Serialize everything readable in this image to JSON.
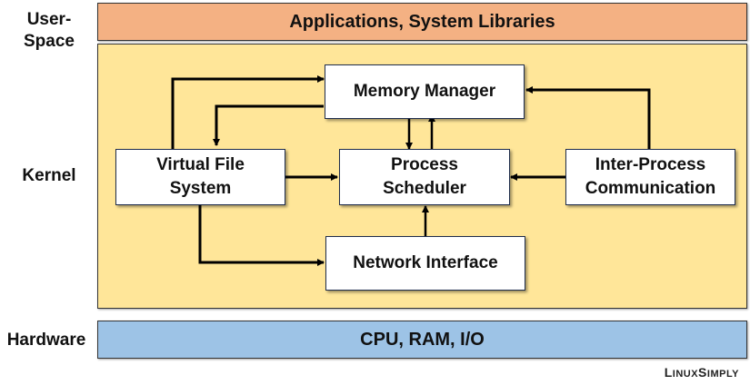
{
  "layers": {
    "user_space": {
      "label_line1": "User-",
      "label_line2": "Space",
      "content": "Applications, System Libraries",
      "color": "#f4b183"
    },
    "kernel": {
      "label": "Kernel",
      "color": "#ffe699"
    },
    "hardware": {
      "label": "Hardware",
      "content": "CPU, RAM, I/O",
      "color": "#9dc3e6"
    }
  },
  "components": {
    "memory_manager": {
      "label": "Memory Manager"
    },
    "virtual_file_system": {
      "line1": "Virtual File",
      "line2": "System"
    },
    "process_scheduler": {
      "line1": "Process",
      "line2": "Scheduler"
    },
    "ipc": {
      "line1": "Inter-Process",
      "line2": "Communication"
    },
    "network_interface": {
      "label": "Network Interface"
    }
  },
  "connections": [
    {
      "from": "virtual_file_system",
      "to": "memory_manager"
    },
    {
      "from": "memory_manager",
      "to": "virtual_file_system"
    },
    {
      "from": "virtual_file_system",
      "to": "process_scheduler"
    },
    {
      "from": "memory_manager",
      "to": "process_scheduler"
    },
    {
      "from": "process_scheduler",
      "to": "memory_manager"
    },
    {
      "from": "ipc",
      "to": "process_scheduler"
    },
    {
      "from": "ipc",
      "to": "memory_manager"
    },
    {
      "from": "virtual_file_system",
      "to": "network_interface"
    },
    {
      "from": "network_interface",
      "to": "process_scheduler"
    }
  ],
  "brand": {
    "cap1": "L",
    "rest1": "INUX",
    "cap2": "S",
    "rest2": "IMPLY"
  }
}
